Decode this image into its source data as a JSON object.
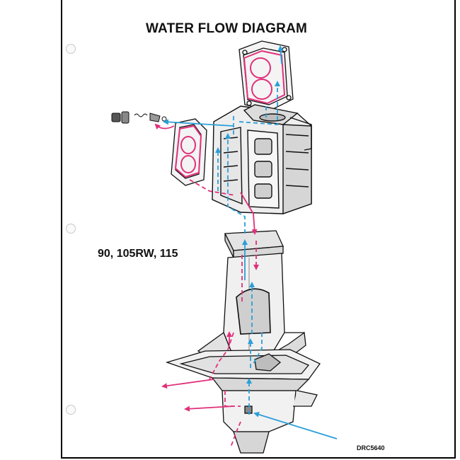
{
  "title": "WATER FLOW DIAGRAM",
  "models_label": "90, 105RW, 115",
  "drawing_code": "DRC5640",
  "colors": {
    "intake_flow": "#2a9fd8",
    "discharge_flow": "#e0307a",
    "line_art": "#111111"
  }
}
